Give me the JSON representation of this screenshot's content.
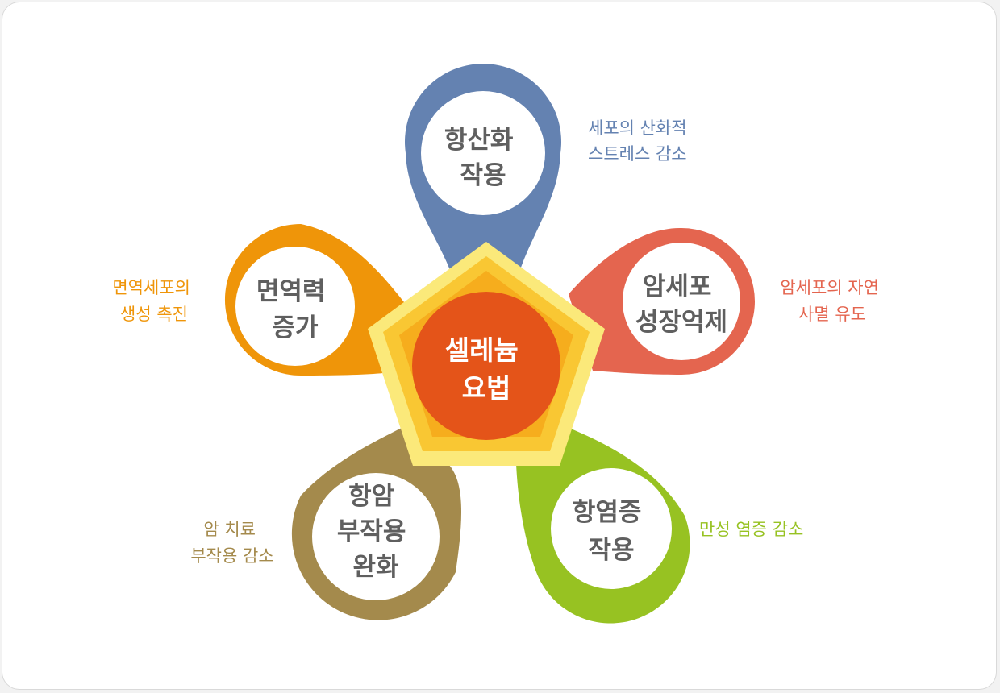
{
  "center": {
    "lines": [
      "셀레늄",
      "요법"
    ],
    "colors": {
      "outer": "#fbe97a",
      "ring1": "#f9c733",
      "ring2": "#f6ad1d",
      "circle": "#e45419",
      "text": "#ffffff"
    }
  },
  "petals": [
    {
      "id": "antioxidant",
      "title_lines": [
        "항산화",
        "작용"
      ],
      "desc_lines": [
        "세포의 산화적",
        "스트레스 감소"
      ],
      "color": "#6482b1"
    },
    {
      "id": "cancer-growth-suppression",
      "title_lines": [
        "암세포",
        "성장억제"
      ],
      "desc_lines": [
        "암세포의 자연",
        "사멸 유도"
      ],
      "color": "#e4654f"
    },
    {
      "id": "anti-inflammatory",
      "title_lines": [
        "항염증",
        "작용"
      ],
      "desc_lines": [
        "만성 염증 감소"
      ],
      "color": "#97c222"
    },
    {
      "id": "anticancer-side-effect-relief",
      "title_lines": [
        "항암",
        "부작용",
        "완화"
      ],
      "desc_lines": [
        "암 치료",
        "부작용 감소"
      ],
      "color": "#a48a4c"
    },
    {
      "id": "immunity-boost",
      "title_lines": [
        "면역력",
        "증가"
      ],
      "desc_lines": [
        "면역세포의",
        "생성 촉진"
      ],
      "color": "#ef9509"
    }
  ],
  "title_text_color": "#5f5f5f"
}
